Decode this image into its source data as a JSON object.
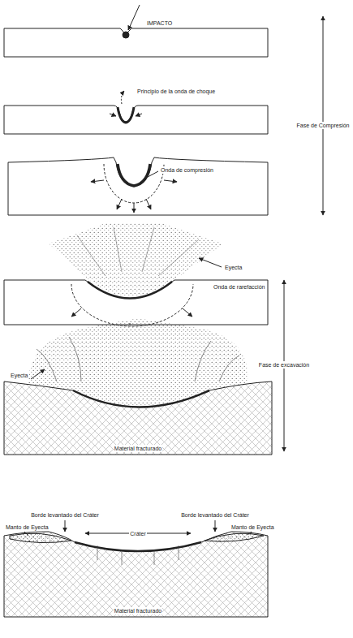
{
  "diagram": {
    "labels": [
      "IMPACTO",
      "Principio de la onda de choque",
      "Fase de Compresión",
      "Onda de compresión",
      "Eyecta",
      "Onda de rarefacción",
      "Eyecta",
      "Fase de excavación",
      "Material fracturado",
      "Borde levantado del Cráter",
      "Borde levantado del Cráter",
      "Cráter",
      "Manto de Eyecta",
      "Manto de Eyecta",
      "Material fracturado"
    ]
  }
}
